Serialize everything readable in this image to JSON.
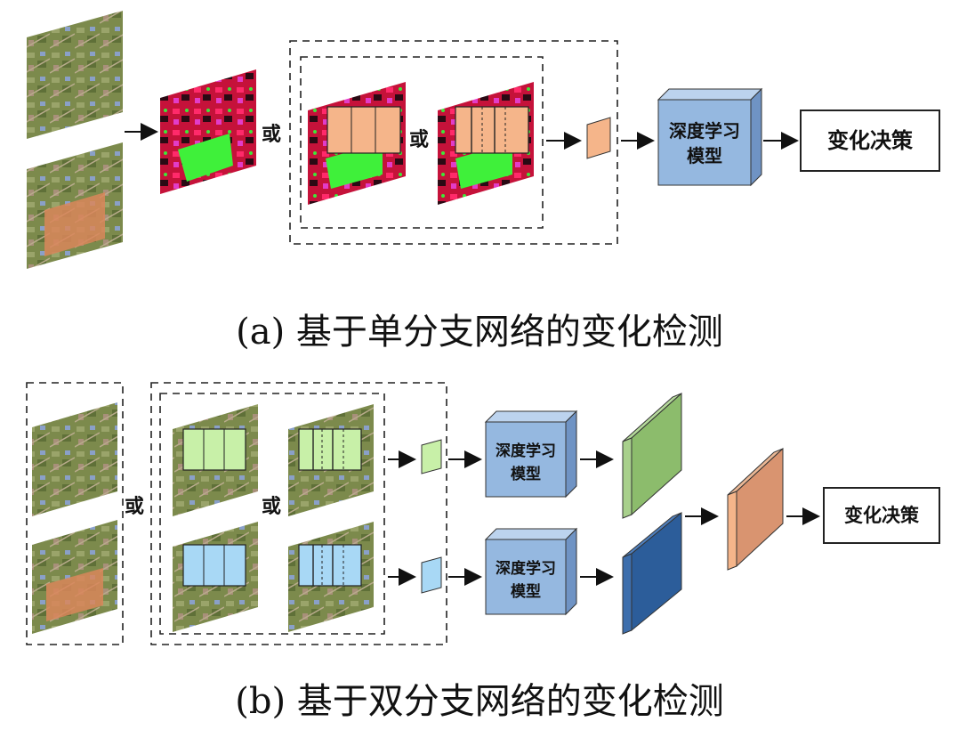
{
  "panel_a": {
    "caption": "(a) 基于单分支网络的变化检测",
    "or_label": "或",
    "model_label_line1": "深度学习",
    "model_label_line2": "模型",
    "decision_label": "变化决策"
  },
  "panel_b": {
    "caption": "(b) 基于双分支网络的变化检测",
    "or_label": "或",
    "model_label_line1": "深度学习",
    "model_label_line2": "模型",
    "decision_label": "变化决策"
  },
  "colors": {
    "model_box_front": "#95b8e0",
    "model_box_top": "#bcd3ee",
    "model_box_side": "#6f93c4",
    "patch_orange": "#f5b58a",
    "patch_green": "#c8f0a8",
    "patch_blue": "#a8d8f5",
    "feature_green": "#8cbc6c",
    "feature_blue": "#2c5d9a",
    "feature_orange": "#d99470"
  }
}
